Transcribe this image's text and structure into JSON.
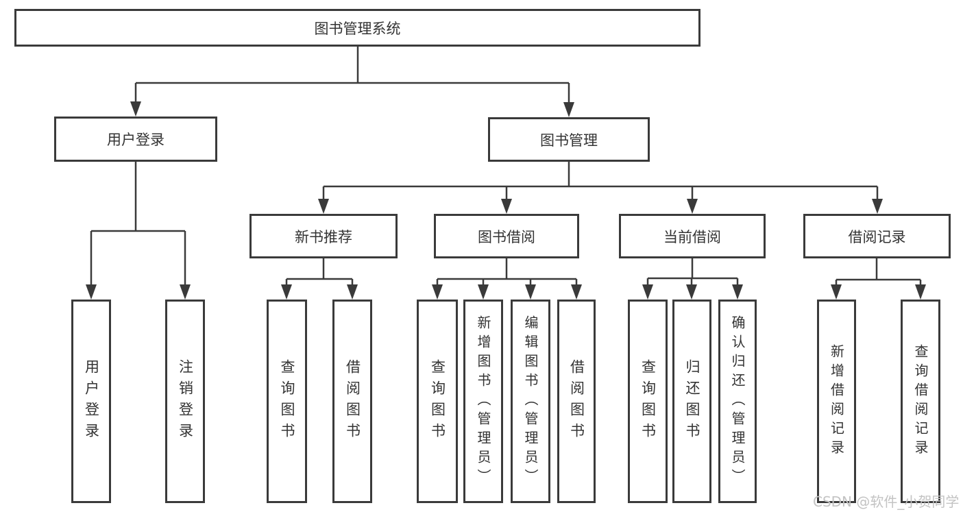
{
  "tree": {
    "root": "图书管理系统",
    "children": [
      {
        "label": "用户登录",
        "children": [
          "用户登录",
          "注销登录"
        ]
      },
      {
        "label": "图书管理",
        "children": [
          {
            "label": "新书推荐",
            "children": [
              "查询图书",
              "借阅图书"
            ]
          },
          {
            "label": "图书借阅",
            "children": [
              "查询图书",
              "新增图书（管理员）",
              "编辑图书（管理员）",
              "借阅图书"
            ]
          },
          {
            "label": "当前借阅",
            "children": [
              "查询图书",
              "归还图书",
              "确认归还（管理员）"
            ]
          },
          {
            "label": "借阅记录",
            "children": [
              "新增借阅记录",
              "查询借阅记录"
            ]
          }
        ]
      }
    ]
  },
  "watermark": "CSDN @软件_小贺同学",
  "colors": {
    "line": "#3a3a3a",
    "text": "#333333",
    "watermark": "#c3c3c3"
  }
}
